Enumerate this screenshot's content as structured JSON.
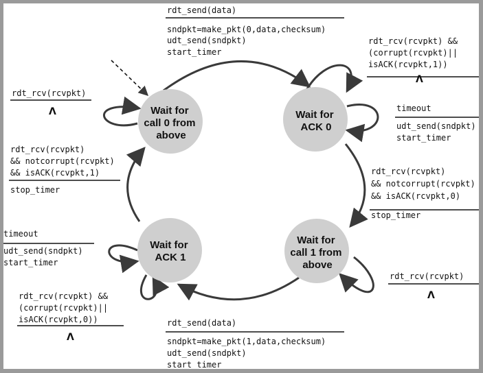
{
  "colors": {
    "state_fill": "#cfcfcf",
    "line": "#3a3a3a",
    "text": "#111111",
    "frame": "#9a9a9a"
  },
  "states": {
    "s1": [
      "Wait for",
      "call 0 from",
      "above"
    ],
    "s2": [
      "Wait for",
      "ACK 0"
    ],
    "s3": [
      "Wait for",
      "call 1 from",
      "above"
    ],
    "s4": [
      "Wait for",
      "ACK 1"
    ]
  },
  "transitions": {
    "t_s1_s2": {
      "event": "rdt_send(data)",
      "actions": [
        "sndpkt=make_pkt(0,data,checksum)",
        "udt_send(sndpkt)",
        "start_timer"
      ]
    },
    "t_s2_loop_corrupt": {
      "event": [
        "rdt_rcv(rcvpkt) &&",
        "(corrupt(rcvpkt)||",
        "isACK(rcvpkt,1))"
      ],
      "action": "Λ"
    },
    "t_s2_timeout": {
      "event": "timeout",
      "actions": [
        "udt_send(sndpkt)",
        "start_timer"
      ]
    },
    "t_s2_s3": {
      "event": [
        "rdt_rcv(rcvpkt)",
        "&& notcorrupt(rcvpkt)",
        "&& isACK(rcvpkt,0)"
      ],
      "action": "stop_timer"
    },
    "t_s3_loop": {
      "event": "rdt_rcv(rcvpkt)",
      "action": "Λ"
    },
    "t_s3_s4": {
      "event": "rdt_send(data)",
      "actions": [
        "sndpkt=make_pkt(1,data,checksum)",
        "udt_send(sndpkt)",
        "start_timer"
      ]
    },
    "t_s4_timeout": {
      "event": "timeout",
      "actions": [
        "udt_send(sndpkt)",
        "start_timer"
      ]
    },
    "t_s4_loop_corrupt": {
      "event": [
        "rdt_rcv(rcvpkt) &&",
        "(corrupt(rcvpkt)||",
        "isACK(rcvpkt,0))"
      ],
      "action": "Λ"
    },
    "t_s4_s1": {
      "event": [
        "rdt_rcv(rcvpkt)",
        "&& notcorrupt(rcvpkt)",
        "&& isACK(rcvpkt,1)"
      ],
      "action": "stop_timer"
    },
    "t_s1_loop": {
      "event": "rdt_rcv(rcvpkt)",
      "action": "Λ"
    }
  }
}
